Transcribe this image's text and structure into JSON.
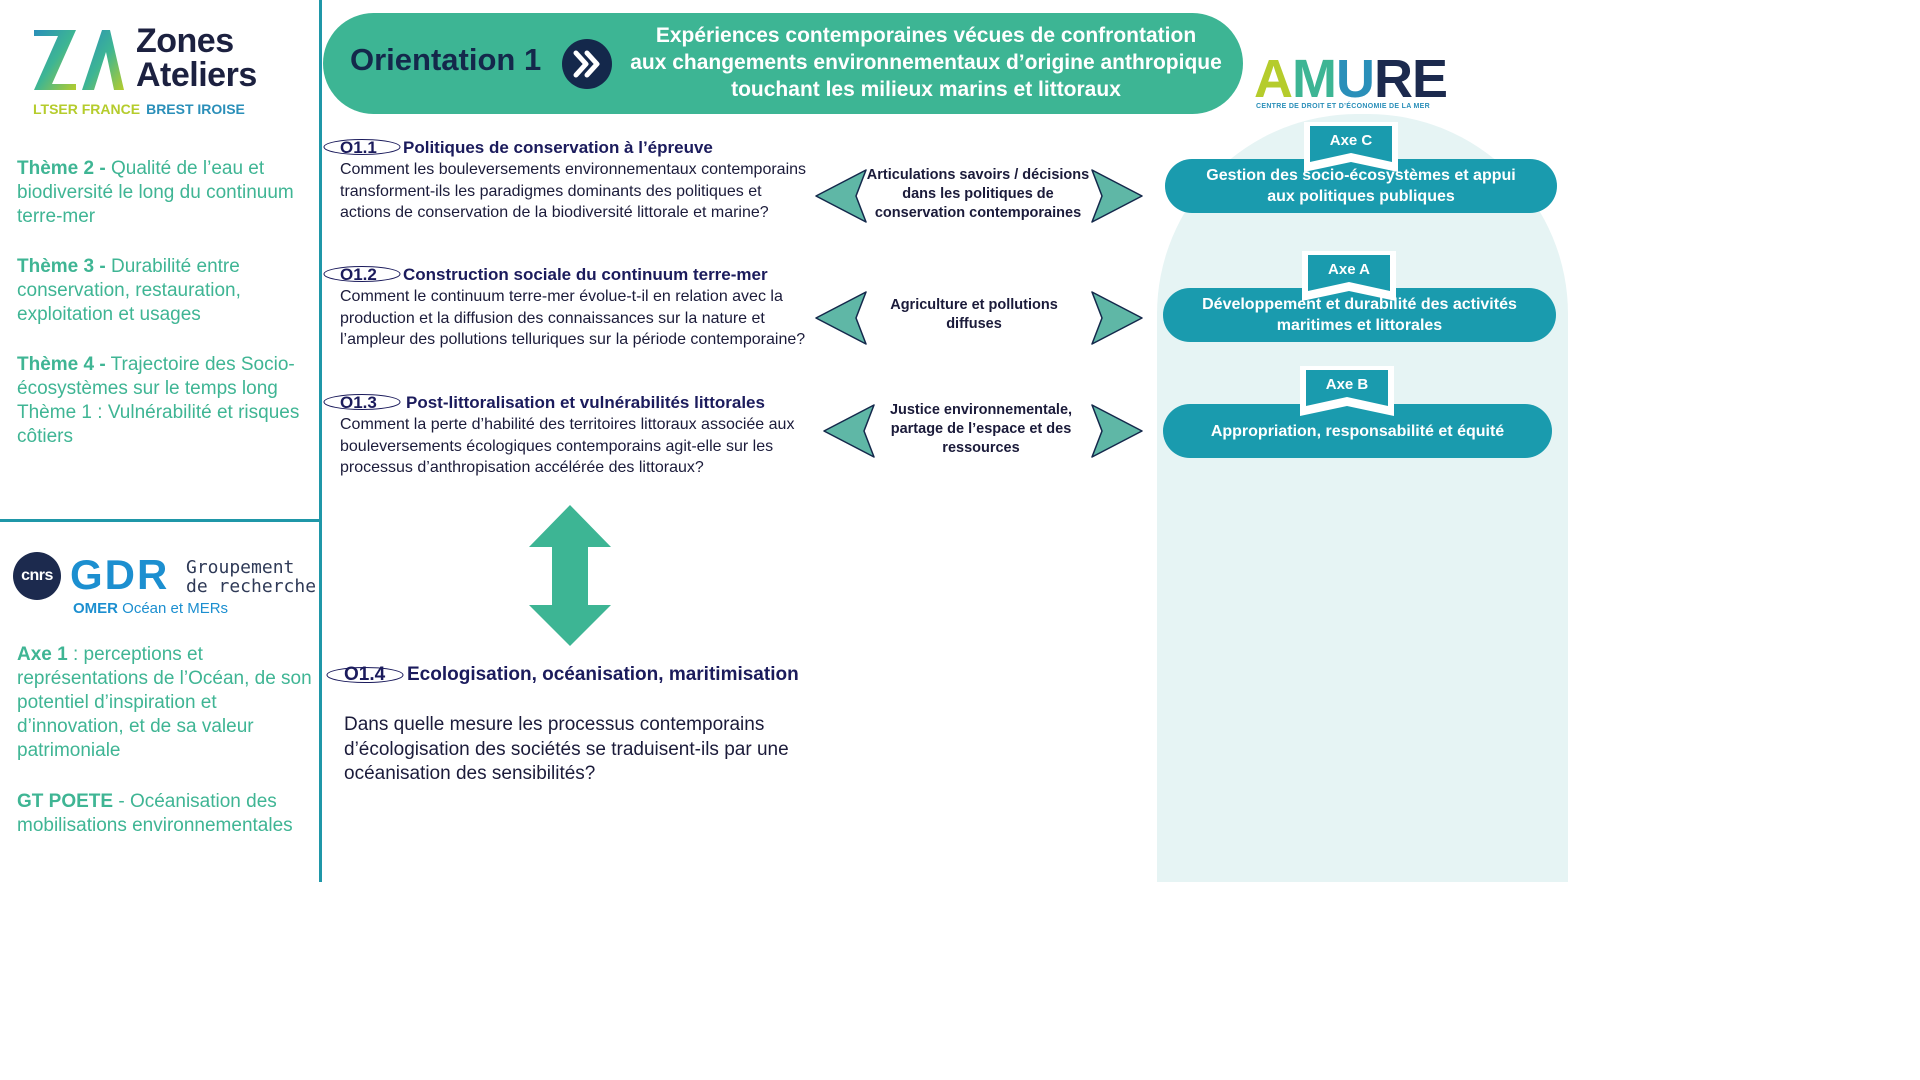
{
  "left": {
    "za_title_line1": "Zones",
    "za_title_line2": "Ateliers",
    "za_sub_a": "LTSER FRANCE",
    "za_sub_b": "BREST IROISE",
    "themes": [
      {
        "label": "Thème 2 -",
        "text": " Qualité de l’eau et biodiversité le long du continuum terre-mer"
      },
      {
        "label": "Thème 3 -",
        "text": " Durabilité entre conservation, restauration, exploitation et usages"
      },
      {
        "label": "Thème 4 -",
        "text": " Trajectoire des Socio-écosystèmes sur le temps long",
        "extra": "Thème 1 : Vulnérabilité et risques côtiers"
      }
    ],
    "cnrs": "cnrs",
    "gdr": "GDR",
    "gdr_line1": "Groupement",
    "gdr_line2": "de recherche",
    "omer_a": "OMER",
    "omer_b": " Océan et MERs",
    "axe1_label": "Axe 1",
    "axe1_text": " : perceptions et représentations de l’Océan, de son potentiel d’inspiration et d’innovation, et de sa valeur patrimoniale",
    "gt_label": "GT POETE",
    "gt_text": " - Océanisation des mobilisations environnementales"
  },
  "header": {
    "orientation": "Orientation 1",
    "line1": "Expériences contemporaines vécues de confrontation",
    "line2": "aux changements environnementaux d’origine anthropique",
    "line3": "touchant les milieux marins et littoraux"
  },
  "amure": {
    "logo": "AMURE",
    "sub": "CENTRE DE DROIT ET D’ÉCONOMIE DE LA MER"
  },
  "objectives": [
    {
      "code": "O1.1",
      "title": "Politiques de conservation à l’épreuve",
      "body": "Comment les bouleversements environnementaux contemporains transforment-ils les paradigmes dominants des politiques et actions de conservation de la biodiversité littorale et marine?"
    },
    {
      "code": "O1.2",
      "title": "Construction sociale du continuum terre-mer",
      "body": "Comment le continuum terre-mer évolue-t-il en relation avec la production et la diffusion des connaissances sur la nature et l’ampleur des pollutions telluriques sur la période contemporaine?"
    },
    {
      "code": "O1.3",
      "title": "Post-littoralisation et vulnérabilités littorales",
      "body": "Comment la perte d’habilité des territoires littoraux associée aux bouleversements écologiques contemporains agit-elle sur les processus d’anthropisation accélérée des littoraux?"
    },
    {
      "code": "O1.4",
      "title": "Ecologisation, océanisation, maritimisation",
      "body": "Dans quelle mesure les processus contemporains d’écologisation des sociétés se traduisent-ils par une océanisation des sensibilités?"
    }
  ],
  "links": [
    "Articulations savoirs / décisions dans les politiques de conservation contemporaines",
    "Agriculture et pollutions diffuses",
    "Justice environnementale, partage de l’espace et des ressources"
  ],
  "axes": [
    {
      "label": "Axe C",
      "text": "Gestion des socio-écosystèmes et appui aux politiques publiques"
    },
    {
      "label": "Axe A",
      "text": "Développement et durabilité des activités maritimes et littorales"
    },
    {
      "label": "Axe B",
      "text": "Appropriation, responsabilité et équité"
    }
  ],
  "colors": {
    "teal": "#3db594",
    "navy": "#14284b",
    "axis_blue": "#1a9bae",
    "panel": "#e6f4f4"
  }
}
